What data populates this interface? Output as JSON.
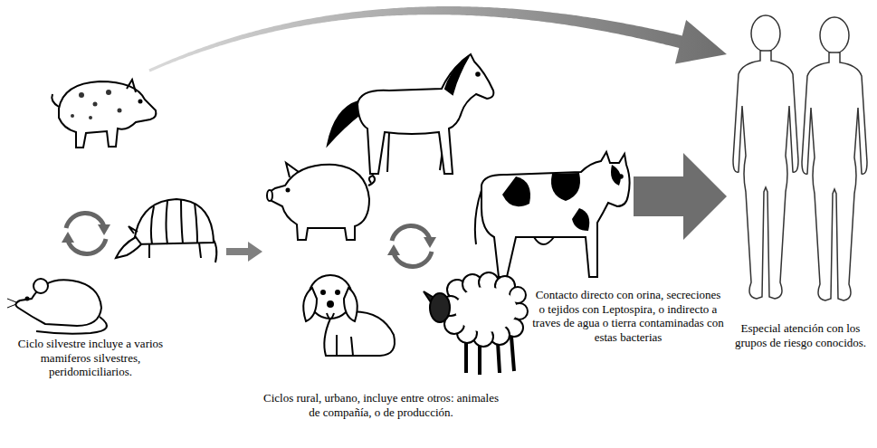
{
  "diagram": {
    "nodes": [
      {
        "text": [
          "Ciclo silvestre incluye a varios mamiferos silvestres, peridomiciliarios."
        ]
      },
      {
        "text": [
          "Ciclos rural, urbano, incluye entre otros: animales de compañía, o de producción."
        ]
      },
      {
        "text": [
          "Especial atención con los grupos de riesgo conocidos."
        ]
      }
    ],
    "edges": [
      {
        "from": 0,
        "to": 1,
        "arrow": "to"
      },
      {
        "from": 1,
        "to": 2,
        "arrow": "to",
        "label": "Contacto directo con orina, secreciones o tejidos con Leptospira, o indirecto a traves de agua o tierra contaminadas con estas bacterias"
      },
      {
        "from": 0,
        "to": 2,
        "arrow": "to"
      }
    ]
  }
}
